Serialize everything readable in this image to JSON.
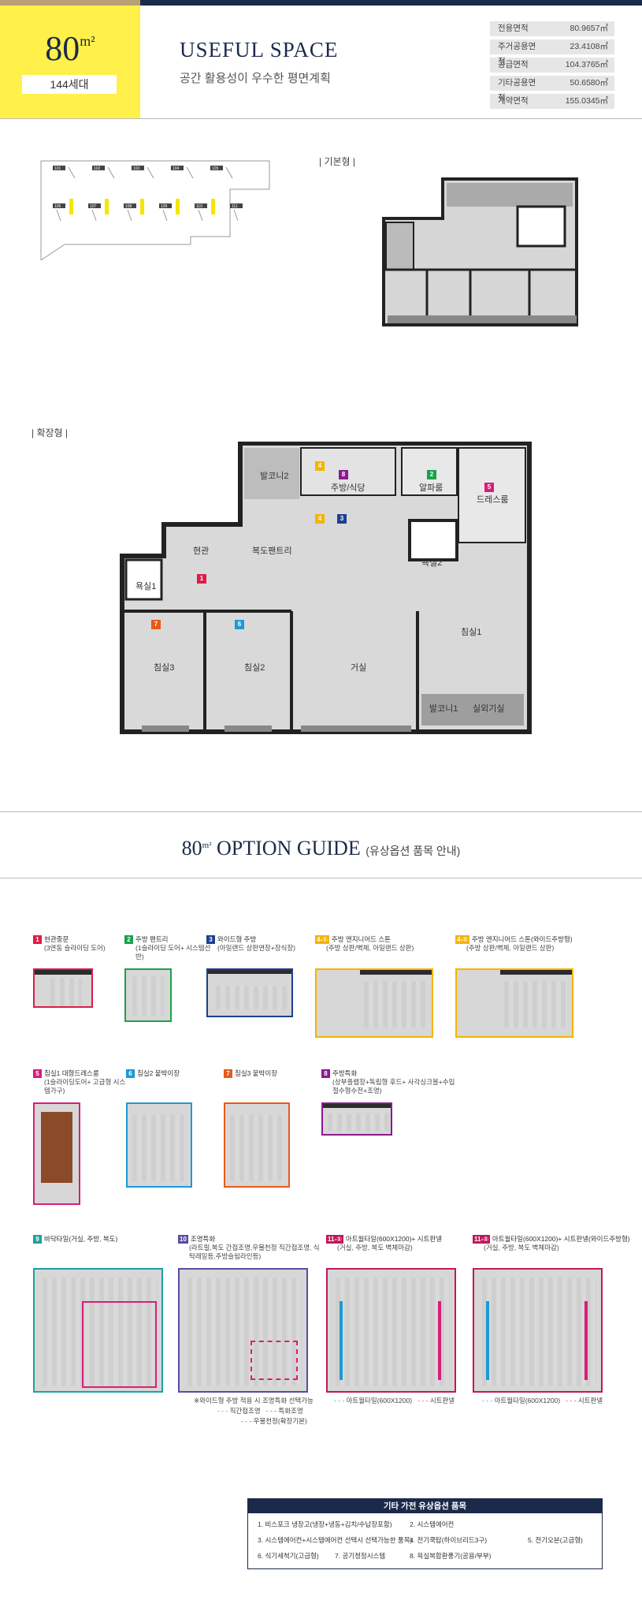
{
  "header": {
    "size_number": "80",
    "size_unit": "m²",
    "units": "144세대",
    "title": "USEFUL SPACE",
    "subtitle": "공간 활용성이 우수한 평면계획",
    "specs": [
      {
        "label": "전용면적",
        "value": "80.9657㎡"
      },
      {
        "label": "주거공용면적",
        "value": "23.4108㎡"
      },
      {
        "label": "공급면적",
        "value": "104.3765㎡"
      },
      {
        "label": "기타공용면적",
        "value": "50.6580㎡"
      },
      {
        "label": "계약면적",
        "value": "155.0345㎡"
      }
    ]
  },
  "sitemap": {
    "buildings_top": [
      "101",
      "102",
      "103",
      "104",
      "105"
    ],
    "buildings_bottom": [
      "106",
      "107",
      "108",
      "109",
      "110",
      "111"
    ]
  },
  "basic_plan": {
    "label": "| 기본형 |"
  },
  "expanded_plan": {
    "label": "| 확장형 |",
    "rooms": {
      "balcony2": "발코니2",
      "kitchen": "주방/식당",
      "alpha": "알파룸",
      "dress": "드레스룸",
      "entrance": "현관",
      "pantry": "복도팬트리",
      "bath2": "욕실2",
      "bath1": "욕실1",
      "bed3": "침실3",
      "bed2": "침실2",
      "living": "거실",
      "bed1": "침실1",
      "balcony1": "발코니1",
      "outdoor": "실외기실"
    }
  },
  "option_guide": {
    "title_main": "80",
    "title_unit": "m²",
    "title_rest": " OPTION GUIDE ",
    "title_note": "(유상옵션 품목 안내)",
    "options": [
      {
        "num": "1",
        "color": "#d91d4a",
        "title": "현관중문",
        "sub": "(3연동 슬라이딩 도어)"
      },
      {
        "num": "2",
        "color": "#1aa24a",
        "title": "주방 팬트리",
        "sub": "(1슬라이딩 도어+ 시스템선반)"
      },
      {
        "num": "3",
        "color": "#1d3f8f",
        "title": "와이드형 주방",
        "sub": "(아일랜드 상판연장+장식장)"
      },
      {
        "num": "4-①",
        "color": "#f6b400",
        "title": "주방 엔지니어드 스톤",
        "sub": "(주방 상판/벽체, 아일랜드 상판)"
      },
      {
        "num": "4-②",
        "color": "#f6b400",
        "title": "주방 엔지니어드 스톤(와이드주방형)",
        "sub": "(주방 상판/벽체, 아일랜드 상판)"
      },
      {
        "num": "5",
        "color": "#d91d7a",
        "title": "침실1 대형드레스룸",
        "sub": "(1슬라이딩도어+ 고급형 시스템가구)"
      },
      {
        "num": "6",
        "color": "#1a9ad6",
        "title": "침실2 붙박이장",
        "sub": ""
      },
      {
        "num": "7",
        "color": "#e85a1a",
        "title": "침실3 붙박이장",
        "sub": ""
      },
      {
        "num": "8",
        "color": "#8a1a8f",
        "title": "주방특화",
        "sub": "(상부플랩장+독립형 후드+ 사각싱크볼+수입절수형수전+조명)"
      },
      {
        "num": "9",
        "color": "#1aa2a2",
        "title": "바닥타일(거실, 주방, 복도)",
        "sub": ""
      },
      {
        "num": "10",
        "color": "#5a4a9f",
        "title": "조명특화",
        "sub": "(라트릴,복도 간접조명,우물천정 직간접조명, 식탁레일등,주방슬림라인등)"
      },
      {
        "num": "11-①",
        "color": "#c2185b",
        "title": "아트월타일(600X1200)+ 시트판넬",
        "sub": "(거실, 주방, 복도 벽체마감)"
      },
      {
        "num": "11-②",
        "color": "#c2185b",
        "title": "아트월타일(600X1200)+ 시트판넬(와이드주방형)",
        "sub": "(거실, 주방, 복도 벽체마감)"
      }
    ],
    "note10": {
      "line1": "※와이드형 주방 적용 시 조명특화 선택가능",
      "a": "직간접조명",
      "b": "특화조명",
      "c": "우물천정(확장기본)"
    },
    "legend11": {
      "a": "아트월타일(600X1200)",
      "b": "시트판넬"
    }
  },
  "appliances": {
    "title": "기타 가전 유상옵션 품목",
    "items": [
      "1. 비스포크 냉장고(냉장+냉동+김치/수납장포함)",
      "2. 시스템에어컨",
      "3. 시스템에어컨+시스템에어컨 선택시 선택가능한 품목)",
      "4. 전기쿡탑(하이브리드3구)",
      "5. 전기오븐(고급형)",
      "6. 식기세척기(고급형)",
      "7. 공기청정시스템",
      "8. 욕실복합환풍기(공용/부부)"
    ]
  },
  "colors": {
    "navy": "#1b2a4a",
    "gold": "#b9a074",
    "yellow": "#fff04a"
  }
}
